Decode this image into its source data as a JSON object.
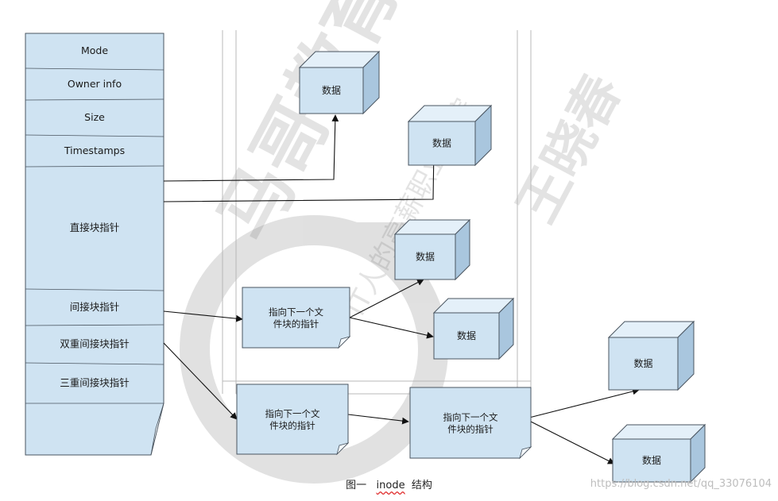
{
  "inode": {
    "fields": [
      "Mode",
      "Owner info",
      "Size",
      "Timestamps",
      "直接块指针",
      "间接块指针",
      "双重间接块指针",
      "三重间接块指针"
    ]
  },
  "data_blocks": [
    "数据",
    "数据",
    "数据",
    "数据",
    "数据",
    "数据"
  ],
  "pointer_blocks": [
    "指向下一个文\n件块的指针",
    "指向下一个文\n件块的指针",
    "指向下一个文\n件块的指针"
  ],
  "watermark": {
    "text_1": "马哥教育",
    "text_2": "IT人的高薪职业学院",
    "text_3": "王晓春"
  },
  "caption": {
    "prefix": "图一",
    "highlight": "inode",
    "suffix": "结构"
  },
  "source_url": "https://blog.csdn.net/qq_33076104",
  "colors": {
    "fill": "#cfe3f2",
    "side": "#a9c6de",
    "top": "#e4f0f9",
    "stroke": "#4a5560"
  }
}
